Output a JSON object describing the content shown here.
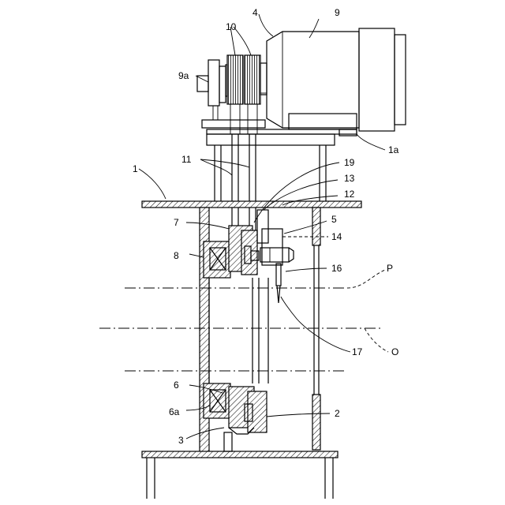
{
  "labels": {
    "l1": "1",
    "l1a": "1a",
    "l2": "2",
    "l3": "3",
    "l4": "4",
    "l5": "5",
    "l6": "6",
    "l6a": "6a",
    "l7": "7",
    "l8": "8",
    "l9": "9",
    "l9a": "9a",
    "l10": "10",
    "l11": "11",
    "l12": "12",
    "l13": "13",
    "l14": "14",
    "l16": "16",
    "l17": "17",
    "l19": "19",
    "lP": "P",
    "lO": "O"
  }
}
